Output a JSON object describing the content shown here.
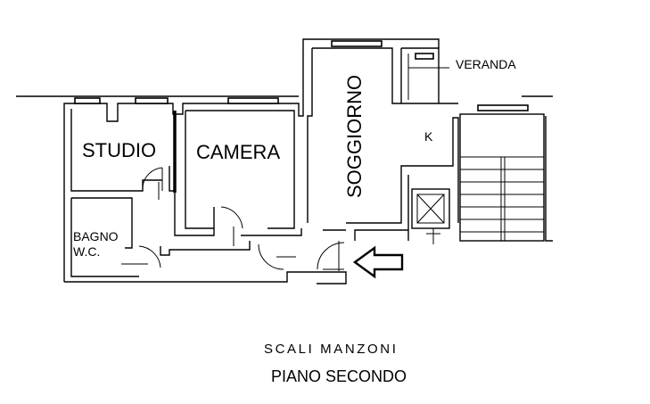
{
  "rooms": {
    "studio": "STUDIO",
    "camera": "CAMERA",
    "soggiorno": "SOGGIORNO",
    "bagno_line1": "BAGNO",
    "bagno_line2": "W.C.",
    "kitchen": "K",
    "veranda": "VERANDA"
  },
  "caption": {
    "location": "SCALI MANZONI",
    "floor": "PIANO SECONDO"
  },
  "icons": {
    "entrance": "arrow-left-icon",
    "elevator": "elevator-icon",
    "stairs": "stairs-icon"
  },
  "colors": {
    "ink": "#000000",
    "background": "#ffffff"
  }
}
